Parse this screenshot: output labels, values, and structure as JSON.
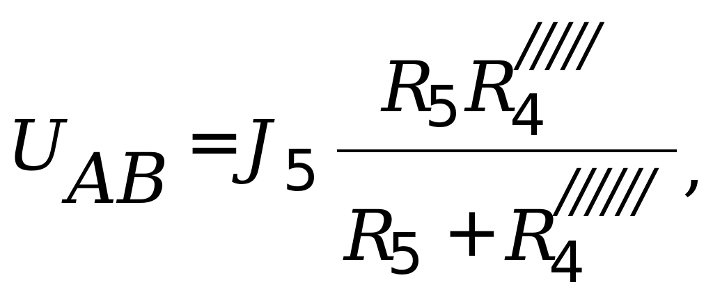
{
  "formula": {
    "lhs_symbol": "U",
    "lhs_subscript": "AB",
    "equals": "=",
    "source_symbol": "J",
    "source_subscript": "5",
    "numerator": {
      "r1_symbol": "R",
      "r1_subscript": "5",
      "r2_symbol": "R",
      "r2_subscript": "4",
      "r2_superscript": "/////"
    },
    "denominator": {
      "r1_symbol": "R",
      "r1_subscript": "5",
      "plus": "+",
      "r2_symbol": "R",
      "r2_subscript": "4",
      "r2_superscript": "//////"
    },
    "trailing_punctuation": ","
  }
}
